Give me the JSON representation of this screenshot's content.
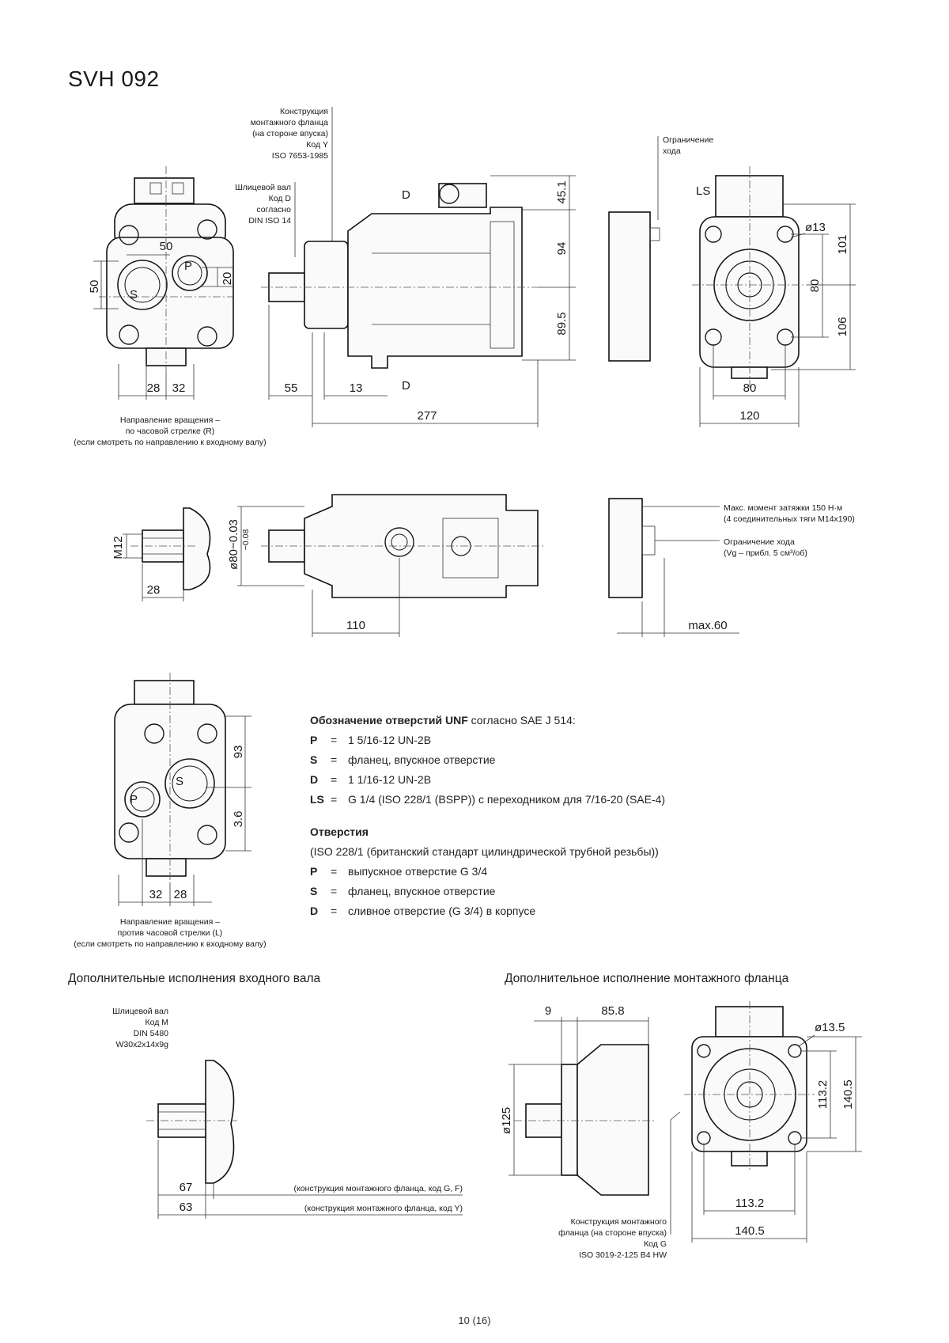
{
  "title": "SVH 092",
  "page_number": "10 (16)",
  "view1": {
    "dims": [
      "50",
      "50",
      "20",
      "28",
      "32"
    ],
    "ports": [
      "P",
      "S"
    ],
    "caption": [
      "Направление вращения –",
      "по часовой стрелке (R)",
      "(если смотреть по направлению к входному валу)"
    ]
  },
  "flange_note": [
    "Конструкция",
    "монтажного фланца",
    "(на стороне впуска)",
    "Код Y",
    "ISO 7653-1985"
  ],
  "shaft_note": [
    "Шлицевой вал",
    "Код D",
    "согласно",
    "DIN ISO 14"
  ],
  "view2": {
    "ports": [
      "D",
      "D"
    ],
    "dims": [
      "45.1",
      "94",
      "89.5",
      "55",
      "13",
      "277"
    ]
  },
  "stroke_note": [
    "Ограничение",
    "хода"
  ],
  "view3": {
    "ports": [
      "LS"
    ],
    "dims": [
      "ø13",
      "101",
      "80",
      "106",
      "80",
      "120"
    ]
  },
  "view4": {
    "dims": [
      "M12",
      "28"
    ]
  },
  "view5": {
    "dims": [
      "ø80−0.03",
      "−0.08",
      "110"
    ]
  },
  "view6": {
    "torque_note": [
      "Макс. момент затяжки 150 Н·м",
      "(4 соединительных тяги M14x190)"
    ],
    "stroke_note": [
      "Ограничение хода",
      "(Vg – прибл. 5 см³/об)"
    ],
    "dims": [
      "max.60"
    ]
  },
  "view7": {
    "ports": [
      "S",
      "P"
    ],
    "dims": [
      "93",
      "3.6",
      "32",
      "28"
    ],
    "caption": [
      "Направление вращения –",
      "против часовой стрелки (L)",
      "(если смотреть по направлению к входному валу)"
    ]
  },
  "legend": {
    "unf_heading_bold": "Обозначение отверстий UNF",
    "unf_heading_rest": " согласно SAE J 514:",
    "unf_rows": [
      {
        "key": "P",
        "eq": "=",
        "val": "1 5/16-12 UN-2B"
      },
      {
        "key": "S",
        "eq": "=",
        "val": "фланец, впускное отверстие"
      },
      {
        "key": "D",
        "eq": "=",
        "val": "1 1/16-12 UN-2B"
      },
      {
        "key": "LS",
        "eq": "=",
        "val": "G 1/4 (ISO 228/1 (BSPP)) с переходником для 7/16-20 (SAE-4)"
      }
    ],
    "holes_heading": "Отверстия",
    "holes_sub": "(ISO 228/1 (британский стандарт цилиндрической трубной резьбы))",
    "holes_rows": [
      {
        "key": "P",
        "eq": "=",
        "val": "выпускное отверстие G 3/4"
      },
      {
        "key": "S",
        "eq": "=",
        "val": "фланец, впускное отверстие"
      },
      {
        "key": "D",
        "eq": "=",
        "val": "сливное отверстие (G 3/4) в корпусе"
      }
    ]
  },
  "section_shaft": {
    "title": "Дополнительные исполнения входного вала",
    "note": [
      "Шлицевой вал",
      "Код M",
      "DIN 5480",
      "W30x2x14x9g"
    ],
    "dims": [
      "67",
      "63"
    ],
    "labels": [
      "(конструкция монтажного фланца, код G, F)",
      "(конструкция монтажного фланца, код Y)"
    ]
  },
  "section_flange": {
    "title": "Дополнительное исполнение монтажного фланца",
    "dims": [
      "9",
      "85.8",
      "ø125",
      "ø13.5",
      "113.2",
      "140.5",
      "113.2",
      "140.5"
    ],
    "note": [
      "Конструкция монтажного",
      "фланца (на стороне впуска)",
      "Код G",
      "ISO 3019-2-125 B4 HW"
    ]
  }
}
